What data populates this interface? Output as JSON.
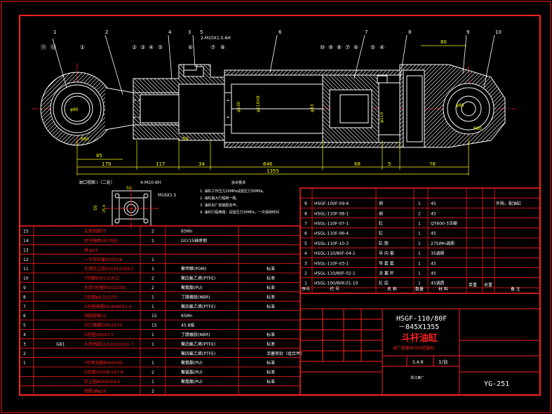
{
  "drawing": {
    "balloons_left": [
      "⑪",
      "⑫",
      "①"
    ],
    "balloons_mid": [
      "②",
      "③",
      "④",
      "⑤",
      "⑥",
      "⑦",
      "⑧"
    ],
    "balloons_right": [
      "⑩",
      "⑨",
      "⑧",
      "⑦",
      "⑥",
      "⑤",
      "④"
    ],
    "leaders_top": [
      "1",
      "2",
      "3",
      "4",
      "5",
      "6",
      "7",
      "8",
      "9",
      "10"
    ],
    "thread_callout": "2-M10X1.5-6H",
    "dims": {
      "d_85": "85",
      "d_179": "179",
      "d_117": "117",
      "d_34": "34",
      "d_646": "646",
      "d_1355": "1355",
      "d_68": "68",
      "d_5": "5",
      "d_78": "78",
      "d_80": "80",
      "d_50": "50",
      "phi_left": "φ80",
      "phi_right": "φ80",
      "phi_rod": "φ110H9",
      "phi_bore": "φ33",
      "phi_piston": "φ110",
      "phi_end": "φ130",
      "r_left": "R80",
      "r_right": "R80"
    }
  },
  "port_view": {
    "title": "油口视图 I（二处）",
    "thread": "4-M10-6H",
    "port": "M16X1.5",
    "dim_top": "50",
    "dim_left": "50",
    "dim_inner": "25.4"
  },
  "notes": {
    "header": "技术要求",
    "lines": [
      "1. 油缸工作压力20MPa试验压力30MPa。",
      "2. 油缸最大行程制一致。",
      "3. 油缸出厂前装配完毕。",
      "4. 油缸行程两端：试验压力30MPa，一次保持时间"
    ]
  },
  "bom_right": [
    {
      "no": "9",
      "code": "HSGF-100F-09-6",
      "name": "销",
      "qty": "1",
      "mat": "45",
      "note": "外购，配油缸"
    },
    {
      "no": "8",
      "code": "HSGL-110F-08-1",
      "name": "销",
      "qty": "2",
      "mat": "45",
      "note": ""
    },
    {
      "no": "7",
      "code": "HSGL-110F-07-1",
      "name": "缸",
      "qty": "1",
      "mat": "QT600-3淬硬",
      "note": ""
    },
    {
      "no": "6",
      "code": "HSGL-110F-06-4",
      "name": "缸",
      "qty": "1",
      "mat": "45",
      "note": ""
    },
    {
      "no": "5",
      "code": "HSGL-110F-10-3",
      "name": "缸 筒",
      "qty": "1",
      "mat": "27SiMn调质",
      "note": ""
    },
    {
      "no": "4",
      "code": "HSGL-110/80F-04-1",
      "name": "导 向 套",
      "qty": "1",
      "mat": "35调质",
      "note": ""
    },
    {
      "no": "3",
      "code": "HSGL-110F-03-1",
      "name": "导 套 套",
      "qty": "1",
      "mat": "45",
      "note": ""
    },
    {
      "no": "2",
      "code": "HSGL-110/80F-02-1",
      "name": "活 塞 杆",
      "qty": "1",
      "mat": "45",
      "note": ""
    },
    {
      "no": "1",
      "code": "HSGL-100/80K-01-10",
      "name": "缸 底",
      "qty": "1",
      "mat": "45调质",
      "note": ""
    }
  ],
  "bom_right_header": {
    "no": "序号",
    "code": "代  号",
    "name": "名  称",
    "qty": "数量",
    "mat": "材  料",
    "w1": "单重",
    "w2": "总重",
    "note": "备  注"
  },
  "bom_left": [
    {
      "no": "15",
      "name": "孔用挡圈75",
      "qty": "2",
      "spec": "65Mn",
      "note": ""
    },
    {
      "no": "14",
      "name": "关节轴承GE70ES",
      "qty": "1",
      "spec": "GCr15轴承钢",
      "note": ""
    },
    {
      "no": "13",
      "name": "销  φ24",
      "qty": "",
      "spec": "",
      "note": ""
    },
    {
      "no": "12",
      "name": "一字型压盖M10X16",
      "qty": "1",
      "spec": "",
      "note": ""
    },
    {
      "no": "11",
      "name": "孔用防尘圈105X110X8.5",
      "qty": "1",
      "spec": "聚甲醛(POM)",
      "note": "标准"
    },
    {
      "no": "10",
      "name": "Y形圈80X110X12",
      "qty": "2",
      "spec": "聚四氟乙烯(PTFE)",
      "note": "标准"
    },
    {
      "no": "9",
      "name": "孔用Y形圈95X110X9",
      "qty": "2",
      "spec": "聚氨酯(PU)",
      "note": "标准"
    },
    {
      "no": "8",
      "name": "O形圈φ4.5X3.55",
      "qty": "1",
      "spec": "丁腈橡胶(NBR)",
      "note": "标准"
    },
    {
      "no": "7",
      "name": "O形圈挡圈54.8X60X1.4",
      "qty": "1",
      "spec": "聚四氟乙烯(PTFE)",
      "note": "标准"
    },
    {
      "no": "6",
      "name": "挡圈规格12",
      "qty": "15",
      "spec": "65Mn",
      "note": ""
    },
    {
      "no": "5",
      "name": "内六角螺钉M12X70",
      "qty": "15",
      "spec": "45.8级",
      "note": ""
    },
    {
      "no": "4",
      "name": "O形圈160X3.5",
      "qty": "1",
      "spec": "丁腈橡胶(NBR)",
      "note": "标准"
    },
    {
      "no": "3",
      "name": "孔用挡圈110.4X110X1.7",
      "qty": "1",
      "spec": "聚四氟乙烯(PTFE)",
      "note": "标准"
    },
    {
      "no": "2",
      "name": "",
      "qty": "",
      "spec": "聚四氟乙烯(PTFE)",
      "note": "活塞密封（组合件）"
    },
    {
      "no": "1",
      "name": "Y形密封圈80X95X9",
      "qty": "1",
      "spec": "聚氨酯(PU)",
      "note": "标准"
    },
    {
      "no": "",
      "name": "O形圈105X8.5X7.8",
      "qty": "2",
      "spec": "聚氨酯(PU)",
      "note": "标准"
    },
    {
      "no": "",
      "name": "防尘圈80X95X6.6",
      "qty": "1",
      "spec": "聚氨酯(PU)",
      "note": "标准"
    },
    {
      "no": "",
      "name": "挡圈  销φ10",
      "qty": "2",
      "spec": "",
      "note": ""
    }
  ],
  "bom_left_extra": {
    "row13_left": "GB1",
    "row4_left": ""
  },
  "title_block": {
    "model1": "HSGF-110/80F",
    "model2": "－845X1355",
    "name": "斗杆油缸",
    "desc": "出厂配套WY60挖掘机",
    "scale_label": "S.A.B",
    "scale": "1/台",
    "drawing_no": "YG-251",
    "company": "浙江某厂"
  },
  "colors": {
    "frame": "#ff2020",
    "line": "#ffffff",
    "dim": "#ffff00",
    "hatch": "#ffffff"
  }
}
